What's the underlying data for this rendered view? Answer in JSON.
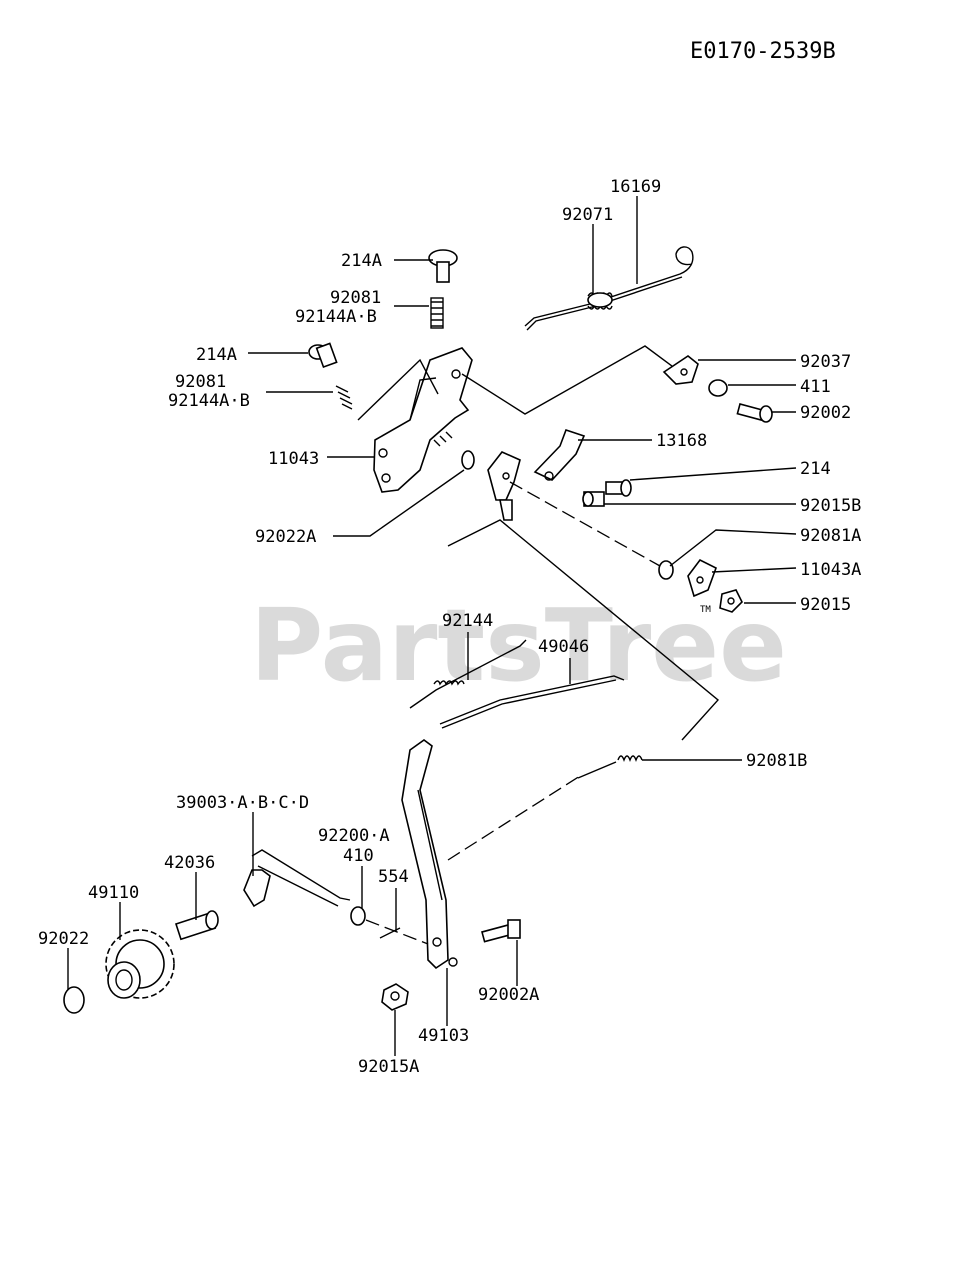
{
  "diagram_code": "E0170-2539B",
  "watermark": "PartsTree",
  "trademark": "TM",
  "labels": {
    "p16169": "16169",
    "p92071": "92071",
    "p214A_1": "214A",
    "p92081_1": "92081",
    "p92144AB_1": "92144A·B",
    "p214A_2": "214A",
    "p92081_2": "92081",
    "p92144AB_2": "92144A·B",
    "p92037": "92037",
    "p411": "411",
    "p92002": "92002",
    "p11043": "11043",
    "p13168": "13168",
    "p214": "214",
    "p92015B": "92015B",
    "p92022A": "92022A",
    "p92081A": "92081A",
    "p11043A": "11043A",
    "p92015": "92015",
    "p92144": "92144",
    "p49046": "49046",
    "p92081B": "92081B",
    "p39003": "39003·A·B·C·D",
    "p92200A": "92200·A",
    "p410": "410",
    "p554": "554",
    "p42036": "42036",
    "p49110": "49110",
    "p92022": "92022",
    "p92002A": "92002A",
    "p49103": "49103",
    "p92015A": "92015A"
  }
}
